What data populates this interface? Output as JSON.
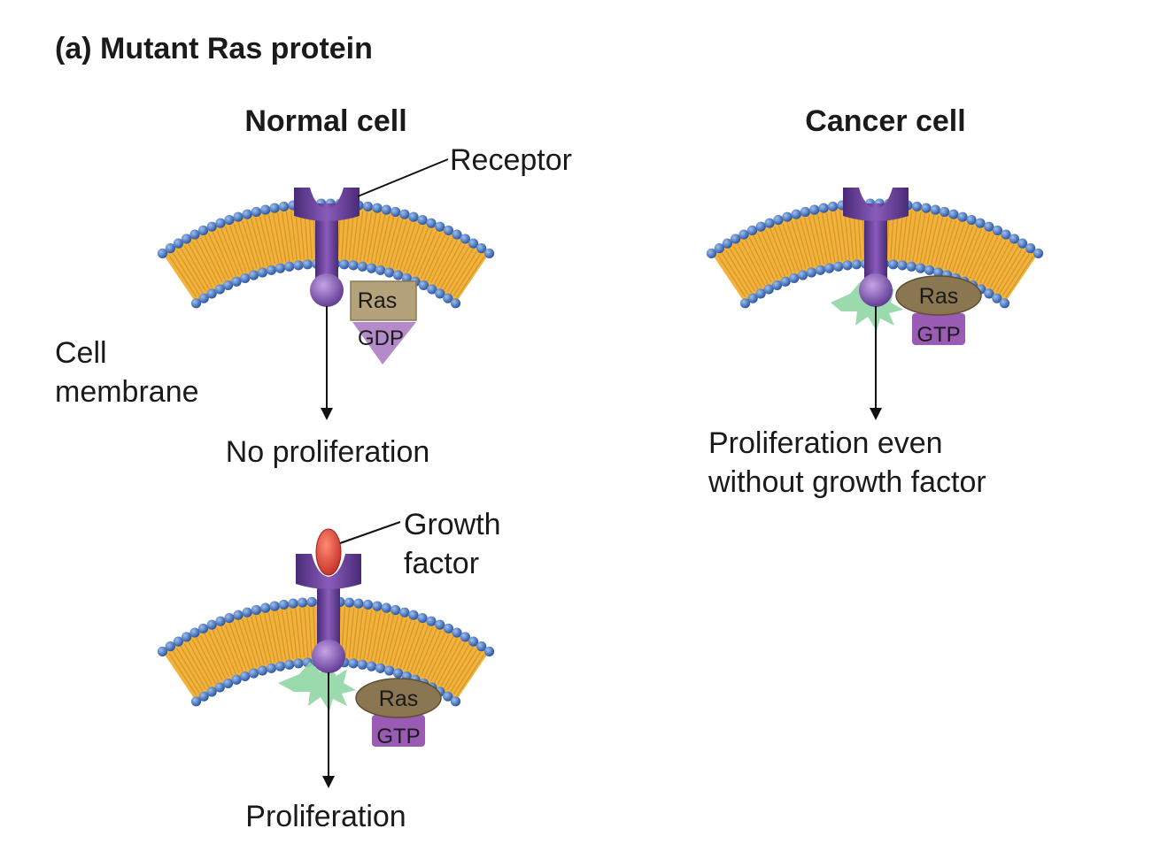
{
  "title": "(a) Mutant Ras protein",
  "normal_cell": {
    "heading": "Normal cell",
    "receptor_label": "Receptor",
    "membrane_label_line1": "Cell",
    "membrane_label_line2": "membrane",
    "ras_label": "Ras",
    "gdp_label": "GDP",
    "outcome": "No proliferation"
  },
  "cancer_cell": {
    "heading": "Cancer cell",
    "ras_label": "Ras",
    "gtp_label": "GTP",
    "outcome_line1": "Proliferation even",
    "outcome_line2": "without growth factor"
  },
  "growth_factor_case": {
    "growth_factor_line1": "Growth",
    "growth_factor_line2": "factor",
    "ras_label": "Ras",
    "gtp_label": "GTP",
    "outcome": "Proliferation"
  },
  "colors": {
    "lipid_fill": "#f2b33c",
    "lipid_tail": "#d9962a",
    "head_bead": "#3b6fc4",
    "receptor": "#6a3e95",
    "ras_gdp_box": "#b3a27a",
    "ras_gtp_oval": "#8a7650",
    "gdp_triangle": "#b48ac9",
    "gtp_box": "#9a5bb5",
    "activation_burst": "#8fd6a4",
    "growth_factor": "#e0463a"
  }
}
